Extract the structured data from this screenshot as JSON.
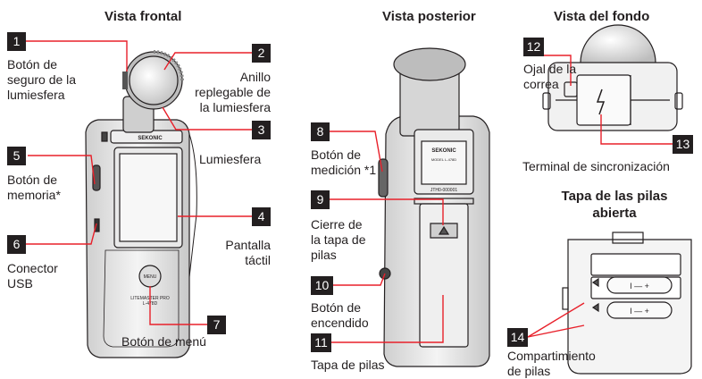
{
  "views": {
    "front": "Vista frontal",
    "rear": "Vista posterior",
    "bottom": "Vista del fondo",
    "battery_open": "Tapa de las pilas\nabierta"
  },
  "parts": [
    {
      "num": "1",
      "label": "Botón de\nseguro de la\nlumiesfera"
    },
    {
      "num": "2",
      "label": "Anillo\nreplegable de\nla lumiesfera"
    },
    {
      "num": "3",
      "label": "Lumiesfera"
    },
    {
      "num": "4",
      "label": "Pantalla\ntáctil"
    },
    {
      "num": "5",
      "label": "Botón de\nmemoria*"
    },
    {
      "num": "6",
      "label": "Conector\nUSB"
    },
    {
      "num": "7",
      "label": "Botón de menú"
    },
    {
      "num": "8",
      "label": "Botón de\nmedición *1"
    },
    {
      "num": "9",
      "label": "Cierre de\nla tapa de\npilas"
    },
    {
      "num": "10",
      "label": "Botón de\nencendido"
    },
    {
      "num": "11",
      "label": "Tapa de pilas"
    },
    {
      "num": "12",
      "label": "Ojal de la\ncorrea"
    },
    {
      "num": "13",
      "label": "Terminal de sincronización"
    },
    {
      "num": "14",
      "label": "Compartimiento\nde pilas"
    }
  ],
  "device_text": {
    "brand": "SEKONIC",
    "model_front": "LITEMASTER PRO\nL-478D",
    "model_back": "MODEL L-478D",
    "serial": "JTH0-000001",
    "menu": "MENU"
  },
  "colors": {
    "callout": "#e8202a",
    "badge": "#231f20"
  }
}
